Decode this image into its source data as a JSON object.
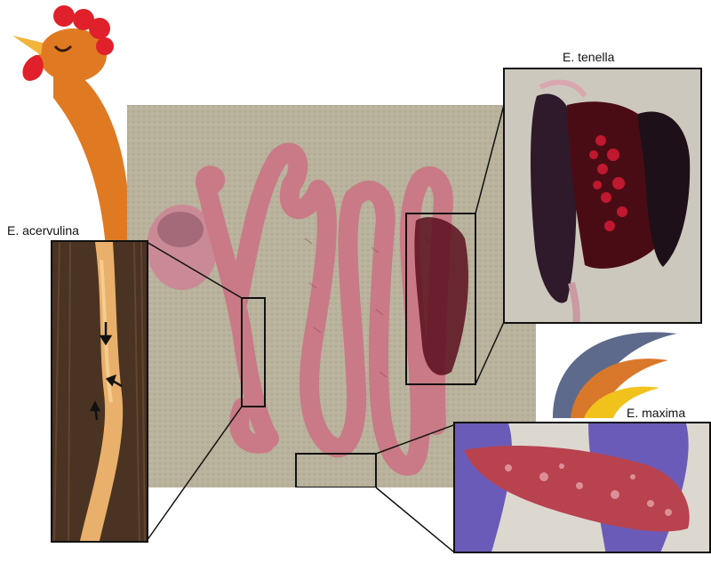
{
  "figure": {
    "labels": {
      "acervulina": "E. acervulina",
      "tenella": "E. tenella",
      "maxima": "E. maxima"
    },
    "colors": {
      "background_photo": "#b7b09a",
      "intestine": "#c97a86",
      "hemorrhage": "#5a0f1e",
      "rooster_neck": "#e07a22",
      "rooster_comb": "#e0202a",
      "beak": "#f2b43a",
      "arc_outer": "#5e6a8c",
      "arc_middle": "#d9782a",
      "arc_inner": "#f2c21c",
      "glove": "#6b5bb8"
    },
    "icons": [
      "rooster-icon",
      "arrow-icon"
    ]
  }
}
